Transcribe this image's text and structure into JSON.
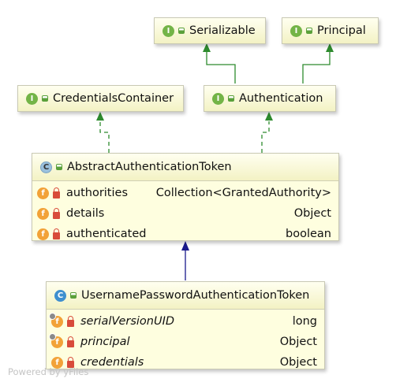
{
  "nodes": {
    "serializable": {
      "kind": "I",
      "name": "Serializable"
    },
    "principal": {
      "kind": "I",
      "name": "Principal"
    },
    "credentialsContainer": {
      "kind": "I",
      "name": "CredentialsContainer"
    },
    "authentication": {
      "kind": "I",
      "name": "Authentication"
    },
    "abstractAuthenticationToken": {
      "kind": "C",
      "name": "AbstractAuthenticationToken",
      "fields": [
        {
          "name": "authorities",
          "type": "Collection<GrantedAuthority>"
        },
        {
          "name": "details",
          "type": "Object"
        },
        {
          "name": "authenticated",
          "type": "boolean"
        }
      ]
    },
    "usernamePasswordAuthenticationToken": {
      "kind": "C",
      "name": "UsernamePasswordAuthenticationToken",
      "fields": [
        {
          "name": "serialVersionUID",
          "type": "long"
        },
        {
          "name": "principal",
          "type": "Object"
        },
        {
          "name": "credentials",
          "type": "Object"
        }
      ]
    }
  },
  "field_badge": "f",
  "colors": {
    "extends_arrow": "#1a1a8c",
    "implements_arrow": "#2e8b2e",
    "node_fill": "#fefedf"
  },
  "watermark": "Powered by yFiles"
}
